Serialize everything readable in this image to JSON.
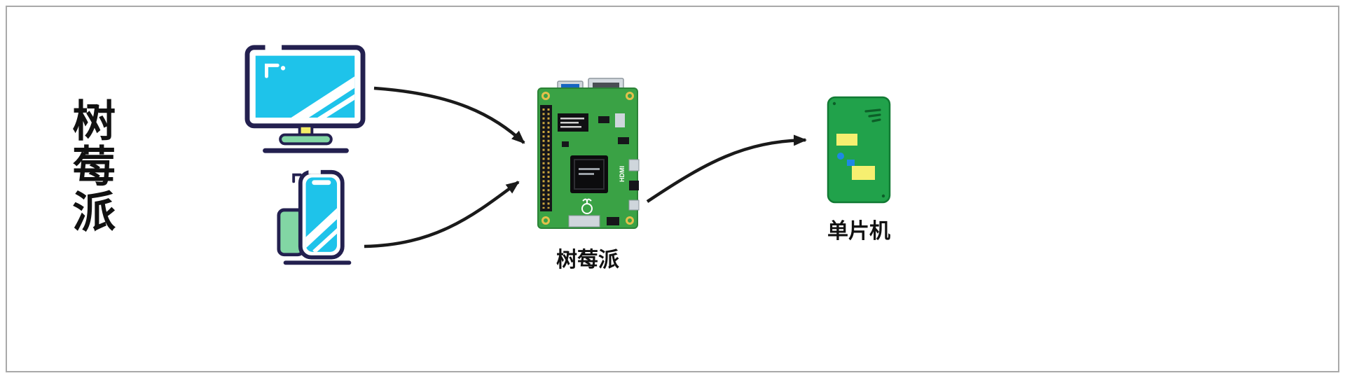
{
  "frame": {
    "border_color": "#a9a9a9",
    "background": "#ffffff"
  },
  "diagram": {
    "side_title": "树莓派",
    "pi_label": "树莓派",
    "mcu_label": "单片机",
    "board_text": {
      "hdmi": "HDMI"
    },
    "nodes": [
      {
        "id": "desktop-monitor",
        "type": "icon"
      },
      {
        "id": "smartphone",
        "type": "icon"
      },
      {
        "id": "raspberry-pi-board",
        "type": "photo",
        "label": "树莓派"
      },
      {
        "id": "microcontroller-board",
        "type": "illustration",
        "label": "单片机"
      }
    ],
    "edges": [
      {
        "from": "desktop-monitor",
        "to": "raspberry-pi-board"
      },
      {
        "from": "smartphone",
        "to": "raspberry-pi-board"
      },
      {
        "from": "raspberry-pi-board",
        "to": "microcontroller-board"
      }
    ]
  },
  "colors": {
    "icon_outline": "#23204f",
    "screen_cyan": "#1ec3ea",
    "accent_green": "#82d6a4",
    "accent_yellow": "#f4ee67",
    "pi_pcb_green": "#3aa245",
    "mcu_pcb_green": "#21a24b",
    "mcu_pad_yellow": "#f6ef70",
    "mcu_dot_blue": "#1e88e5",
    "arrow_black": "#1a1a1a"
  }
}
